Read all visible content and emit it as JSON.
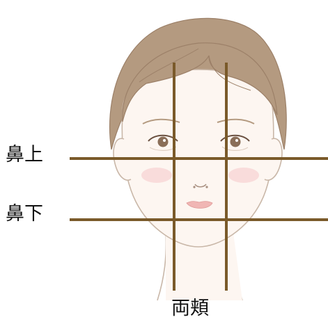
{
  "labels": {
    "nose_upper": "鼻上",
    "nose_lower": "鼻下",
    "cheeks": "両頬"
  },
  "colors": {
    "guide_line": "#7a5a2a",
    "hair": "#b49a80",
    "hair_shadow": "#9c8068",
    "skin": "#fdf6f1",
    "outline": "#c9b7a8",
    "blush": "#f7d6d6",
    "lips": "#f0b6b4",
    "eye": "#8a6e58"
  }
}
